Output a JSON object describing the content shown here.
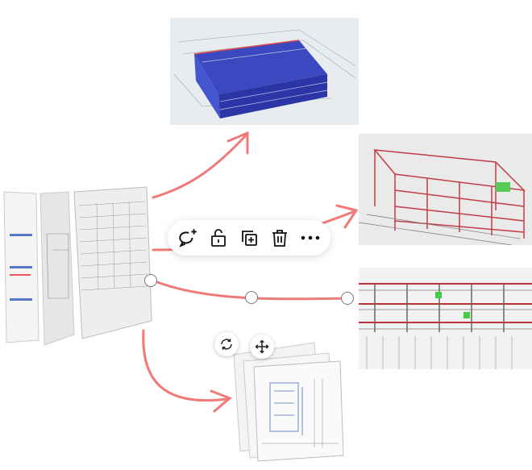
{
  "canvas": {
    "accent_color": "#f07a78",
    "toolbar": {
      "items": [
        {
          "name": "add-comment",
          "icon": "comment-plus-icon"
        },
        {
          "name": "unlock",
          "icon": "unlock-icon"
        },
        {
          "name": "duplicate",
          "icon": "duplicate-icon"
        },
        {
          "name": "delete",
          "icon": "trash-icon"
        },
        {
          "name": "more",
          "icon": "more-icon"
        }
      ]
    },
    "stack_controls": [
      {
        "name": "rotate",
        "icon": "rotate-icon"
      },
      {
        "name": "move",
        "icon": "move-icon"
      }
    ]
  }
}
